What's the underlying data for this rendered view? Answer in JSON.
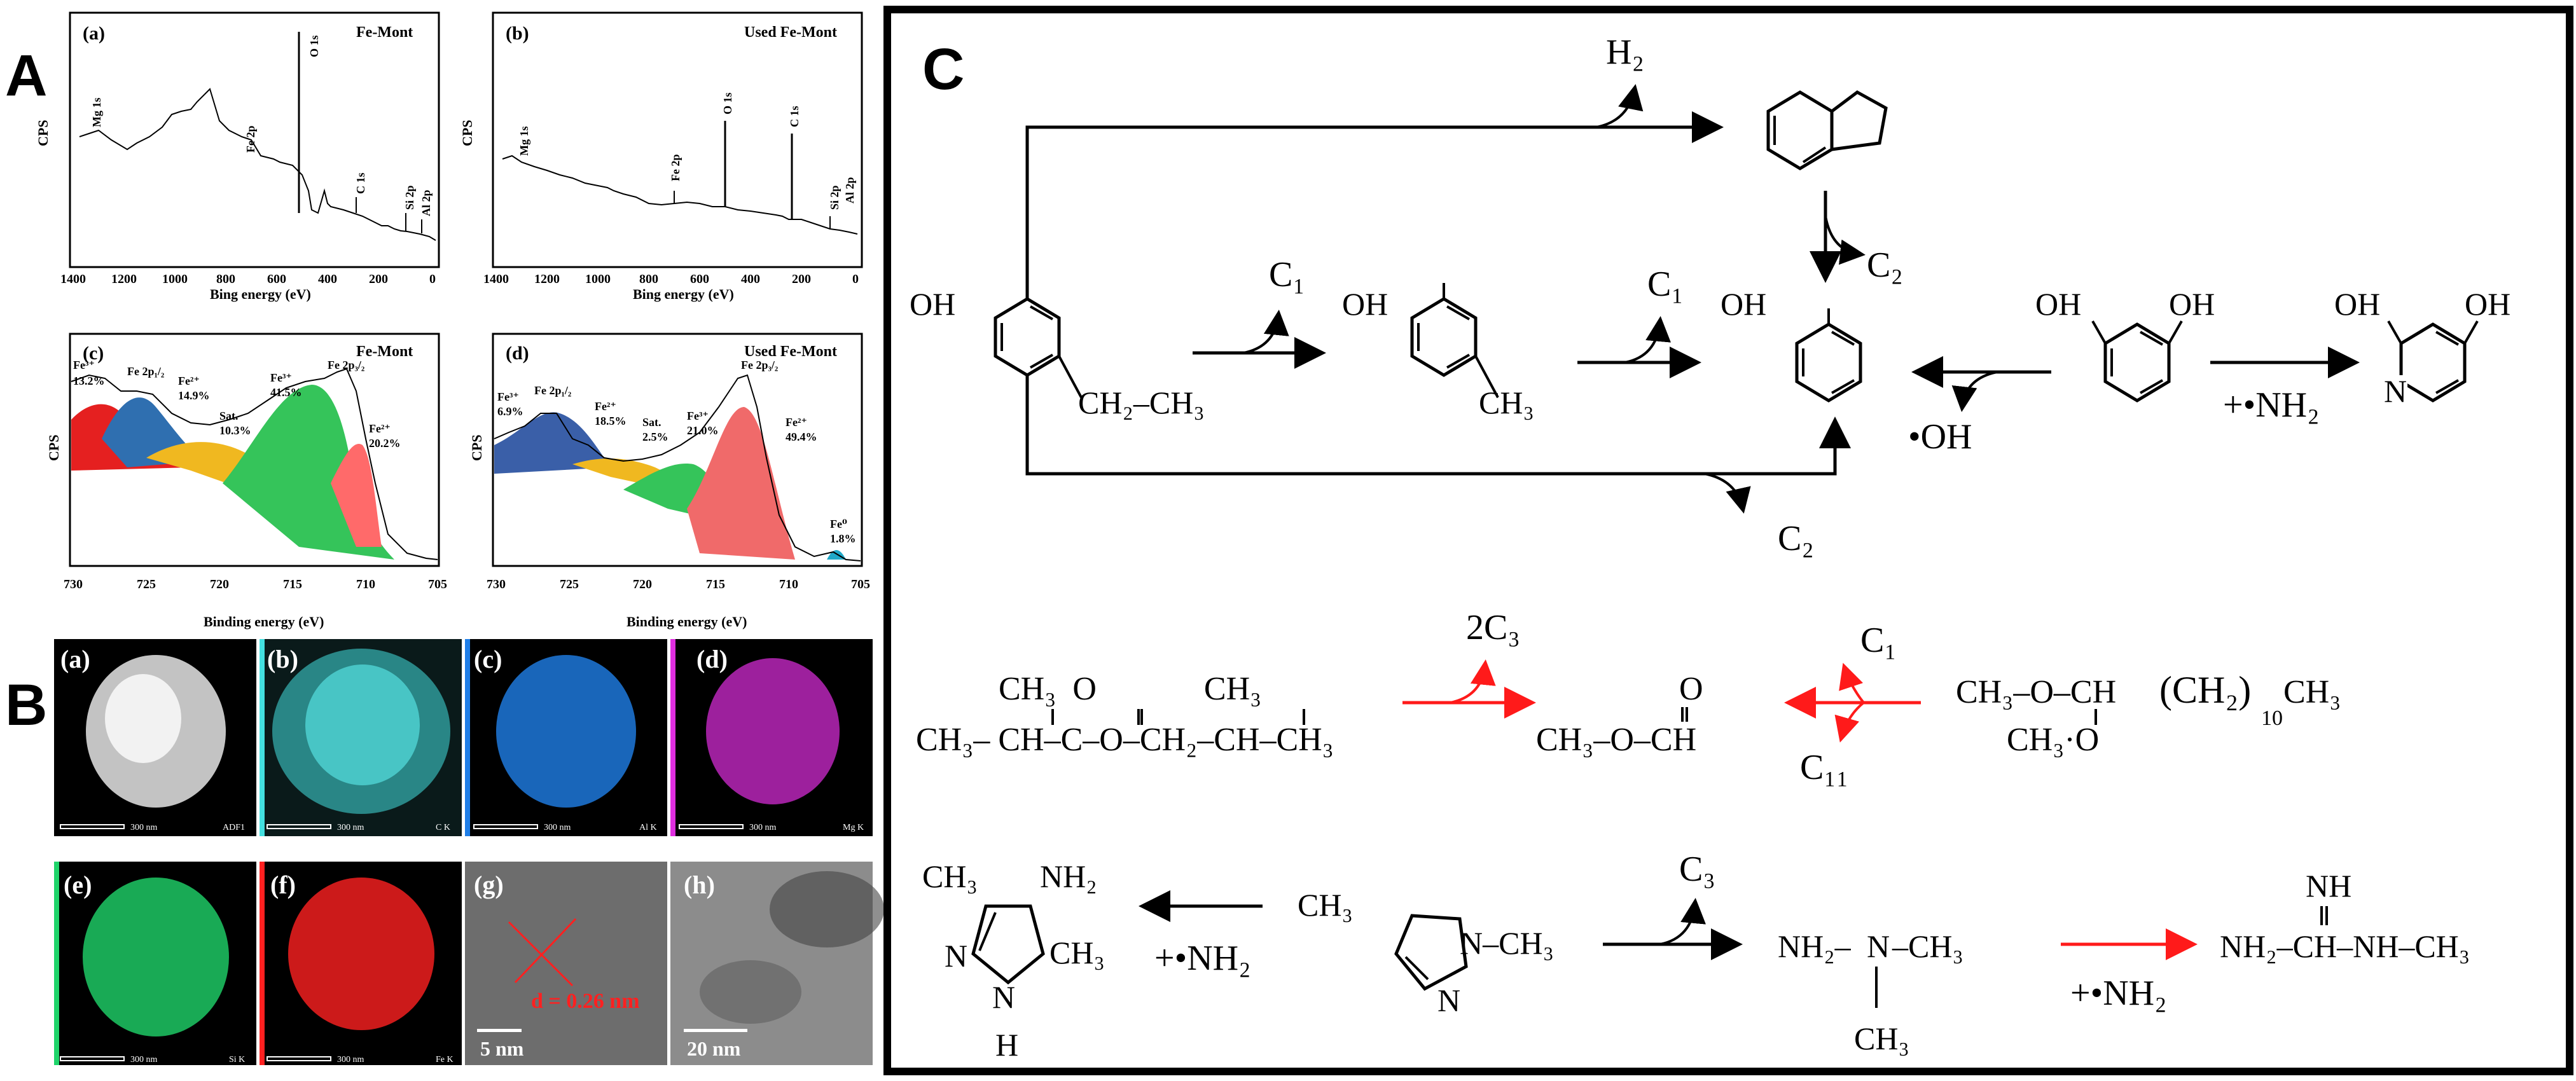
{
  "panels": {
    "A": "A",
    "B": "B",
    "C": "C"
  },
  "xps": {
    "survey": [
      {
        "letter": "(a)",
        "title": "Fe-Mont",
        "ylabel": "CPS",
        "xlabel": "Bing energy (eV)",
        "ticks": [
          "1400",
          "1200",
          "1000",
          "800",
          "600",
          "400",
          "200",
          "0"
        ],
        "peaks": [
          "Mg 1s",
          "Fe 2p",
          "O 1s",
          "C 1s",
          "Si 2p",
          "Al 2p"
        ]
      },
      {
        "letter": "(b)",
        "title": "Used Fe-Mont",
        "ylabel": "CPS",
        "xlabel": "Bing energy (eV)",
        "ticks": [
          "1400",
          "1200",
          "1000",
          "800",
          "600",
          "400",
          "200",
          "0"
        ],
        "peaks": [
          "Mg 1s",
          "Fe 2p",
          "O 1s",
          "C 1s",
          "Si 2p",
          "Al 2p"
        ]
      }
    ],
    "fe2p": [
      {
        "letter": "(c)",
        "title": "Fe-Mont",
        "ylabel": "CPS",
        "xlabel": "Binding energy (eV)",
        "ticks": [
          "730",
          "725",
          "720",
          "715",
          "710",
          "705"
        ],
        "labels": [
          "Fe³⁺",
          "13.2%",
          "Fe 2p₁/₂",
          "Fe²⁺",
          "14.9%",
          "Sat.",
          "10.3%",
          "Fe³⁺",
          "41.5%",
          "Fe 2p₃/₂",
          "Fe²⁺",
          "20.2%"
        ]
      },
      {
        "letter": "(d)",
        "title": "Used Fe-Mont",
        "ylabel": "CPS",
        "xlabel": "Binding energy (eV)",
        "ticks": [
          "730",
          "725",
          "720",
          "715",
          "710",
          "705"
        ],
        "labels": [
          "Fe³⁺",
          "6.9%",
          "Fe 2p₁/₂",
          "Fe²⁺",
          "18.5%",
          "Sat.",
          "2.5%",
          "Fe³⁺",
          "21.0%",
          "Fe 2p₃/₂",
          "Fe²⁺",
          "49.4%",
          "Fe⁰",
          "1.8%"
        ]
      }
    ]
  },
  "images": {
    "row1": [
      {
        "letter": "(a)",
        "scale": "300 nm",
        "channel": "ADF1",
        "color": "#d8d8d8"
      },
      {
        "letter": "(b)",
        "scale": "300 nm",
        "channel": "C K",
        "color": "#43e0e0"
      },
      {
        "letter": "(c)",
        "scale": "300 nm",
        "channel": "Al K",
        "color": "#1f7fe8"
      },
      {
        "letter": "(d)",
        "scale": "300 nm",
        "channel": "Mg K",
        "color": "#e02ee0"
      }
    ],
    "row2": [
      {
        "letter": "(e)",
        "scale": "300 nm",
        "channel": "Si K",
        "color": "#1fd46a"
      },
      {
        "letter": "(f)",
        "scale": "300 nm",
        "channel": "Fe K",
        "color": "#ff2020"
      },
      {
        "letter": "(g)",
        "scale": "5 nm",
        "channel": "",
        "color": "#8a8a8a"
      },
      {
        "letter": "(h)",
        "scale": "20 nm",
        "channel": "",
        "color": "#8a8a8a"
      }
    ],
    "lattice": "d = 0.26 nm"
  },
  "scheme": {
    "oh": "OH",
    "ch2ch3": "CH₂–CH₃",
    "ch3": "CH₃",
    "h2": "H₂",
    "c1": "C₁",
    "c2": "C₂",
    "c3": "C₃",
    "c11": "C₁₁",
    "two_c3": "2C₃",
    "oh_radical": "•OH",
    "nh2_radical": "+•NH₂",
    "n": "N",
    "isobutyl_ester_top": "CH₃  O             CH₃",
    "isobutyl_ester": "CH₃– CH–C–O–CH₂–CH–CH₃",
    "methyl_formate_top": "O",
    "methyl_formate": "CH₃–O–CH",
    "acetal": "CH₃–O–CH",
    "acetal_chain": "(CH₂)",
    "acetal_tail": "CH₃",
    "acetal_sub": "10",
    "acetal_low": "CH₃·O",
    "pyr_ch3_a": "CH₃",
    "pyr_nh2": "NH₂",
    "pyr_n1": "N",
    "pyr_n2": "N",
    "pyr_h": "H",
    "pyr_ch3_b": "CH₃",
    "mp_ch3": "CH₃",
    "mp_n_ch3": "N–CH₃",
    "mp_n": "N",
    "tmh_left": "NH₂–",
    "tmh_n": "N",
    "tmh_right": "–CH₃",
    "tmh_low": "CH₃",
    "guan_top": "NH",
    "guan": "NH₂–CH–NH–CH₃"
  }
}
